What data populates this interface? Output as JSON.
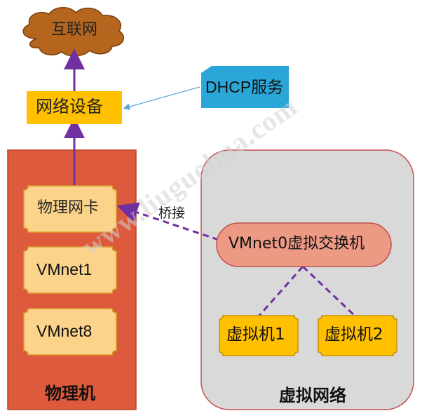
{
  "nodes": {
    "internet": "互联网",
    "network_device": "网络设备",
    "dhcp": "DHCP服务",
    "physical_nic": "物理网卡",
    "vmnet1": "VMnet1",
    "vmnet8": "VMnet8",
    "physical_machine": "物理机",
    "vswitch": "VMnet0虚拟交换机",
    "vm1": "虚拟机1",
    "vm2": "虚拟机2",
    "virtual_network": "虚拟网络"
  },
  "edge_labels": {
    "bridge": "桥接"
  },
  "watermark": "www.liuguohua.com",
  "colors": {
    "physical_panel": "#de5a3c",
    "virtual_panel": "#d9d9d9",
    "ticket_fill": "#fcd38a",
    "switch_fill": "#ec9a84",
    "device_fill": "#ffc000",
    "dhcp_fill": "#2aa6d8",
    "cloud_fill": "#b5651d",
    "arrow_purple": "#7030a0",
    "dashed_purple": "#7030a0",
    "dhcp_arrow": "#5aa6d9"
  }
}
